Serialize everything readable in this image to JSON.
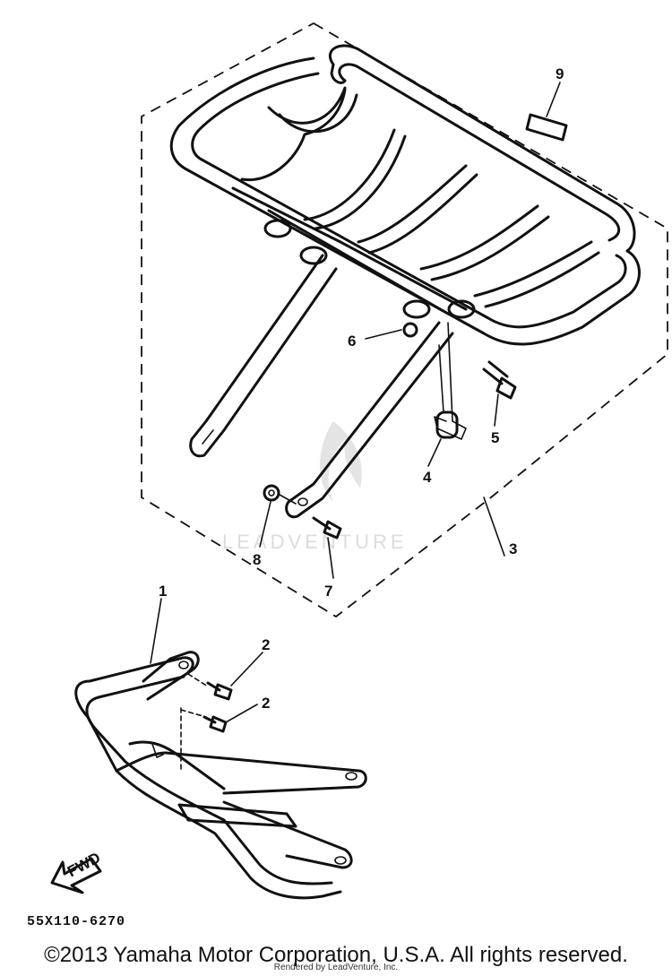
{
  "callouts": [
    {
      "id": "c1",
      "label": "1"
    },
    {
      "id": "c2a",
      "label": "2"
    },
    {
      "id": "c2b",
      "label": "2"
    },
    {
      "id": "c3",
      "label": "3"
    },
    {
      "id": "c4",
      "label": "4"
    },
    {
      "id": "c5",
      "label": "5"
    },
    {
      "id": "c6",
      "label": "6"
    },
    {
      "id": "c7",
      "label": "7"
    },
    {
      "id": "c8",
      "label": "8"
    },
    {
      "id": "c9",
      "label": "9"
    }
  ],
  "arrow_label": "FWD",
  "diagram_code": "55X110-6270",
  "watermark": "LEADVENTURE",
  "copyright": "©2013 Yamaha Motor Corporation, U.S.A. All rights reserved.",
  "rendered_by": "Rendered by LeadVenture, Inc."
}
